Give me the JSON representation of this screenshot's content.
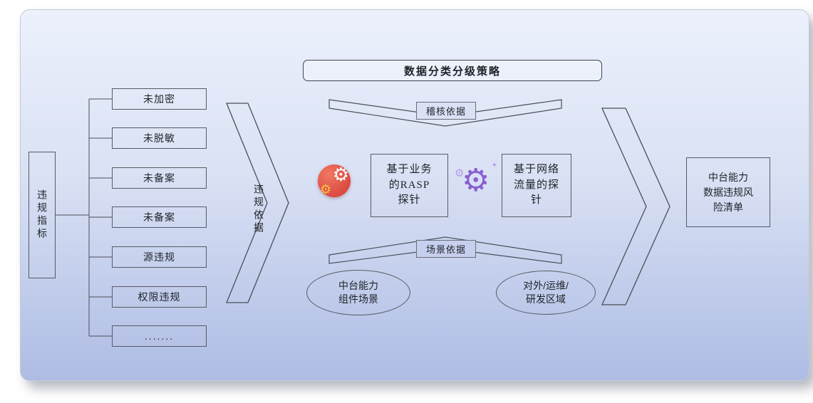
{
  "colors": {
    "panel_top": "#ecf1fc",
    "panel_bottom": "#aebce4",
    "line": "#4a4f57",
    "red_icon": "#dc4a41",
    "yellow_gear": "#f6c445",
    "purple_gear": "#8a5fd3"
  },
  "glyphs": {
    "gear": "⚙",
    "sparkle": "✦"
  },
  "left_column": {
    "axis_label": "违规指标",
    "items": [
      "未加密",
      "未脱敏",
      "未备案",
      "未备案",
      "源违规",
      "权限违规",
      "......."
    ]
  },
  "flow": {
    "violation_basis_label": "违规依据",
    "strategy_title": "数据分类分级策略",
    "audit_basis_label": "稽核依据",
    "scene_basis_label": "场景依据"
  },
  "probes": {
    "rasp": "基于业务\n的RASP\n探针",
    "network": "基于网络\n流量的探\n针"
  },
  "scenes": {
    "platform": "中台能力\n组件场景",
    "external": "对外/运维/\n研发区域"
  },
  "result": {
    "risk_list": "中台能力\n数据违规风\n险清单"
  }
}
